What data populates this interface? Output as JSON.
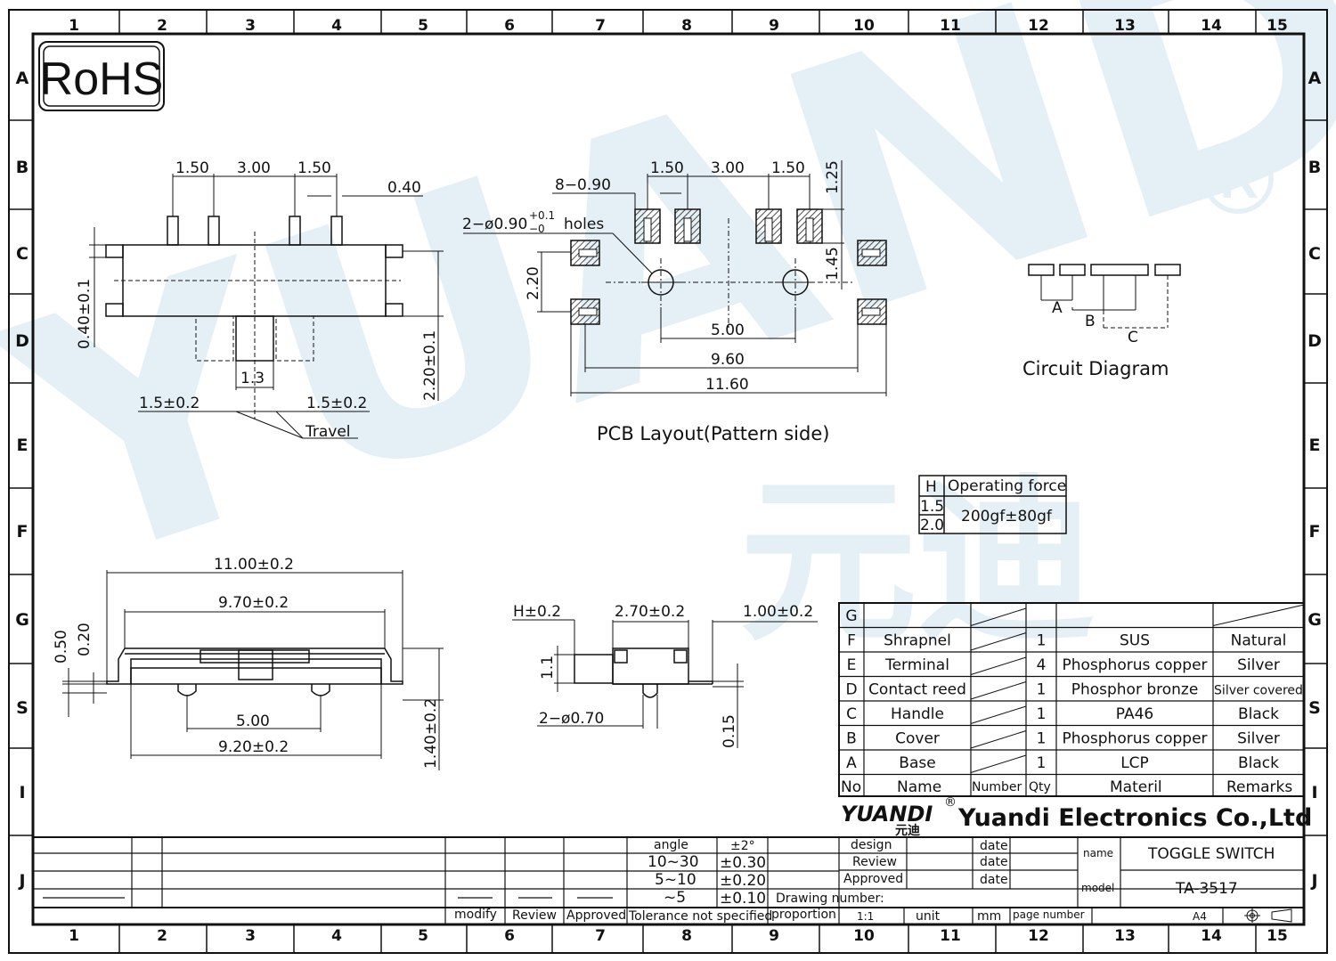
{
  "frame": {
    "columns": [
      "1",
      "2",
      "3",
      "4",
      "5",
      "6",
      "7",
      "8",
      "9",
      "10",
      "11",
      "12",
      "13",
      "14",
      "15"
    ],
    "rows_left": [
      "A",
      "B",
      "C",
      "D",
      "E",
      "F",
      "G",
      "S",
      "I",
      "J"
    ],
    "rows_right": [
      "A",
      "B",
      "C",
      "D",
      "E",
      "F",
      "G",
      "S",
      "I",
      "J"
    ]
  },
  "rohs": "RoHS",
  "watermark": {
    "brand": "YUANDI",
    "cn": "元迪",
    "mark": "®"
  },
  "top_view": {
    "d1": "1.50",
    "d2": "3.00",
    "d3": "1.50",
    "d4": "0.40",
    "d5": "0.40±0.1",
    "d6": "2.20±0.1",
    "d7": "1.3",
    "d8": "1.5±0.2",
    "d9": "1.5±0.2",
    "travel": "Travel"
  },
  "pcb": {
    "d1": "1.50",
    "d2": "3.00",
    "d3": "1.50",
    "d4": "1.25",
    "pads": "8−0.90",
    "holes_a": "2−ø0.90",
    "tol_plus": "+0.1",
    "tol_minus": "−0",
    "holes_b": "holes",
    "d5": "2.20",
    "d6": "1.45",
    "d7": "5.00",
    "d8": "9.60",
    "d9": "11.60",
    "caption": "PCB  Layout(Pattern  side)"
  },
  "circuit": {
    "a": "A",
    "b": "B",
    "c": "C",
    "caption": "Circuit  Diagram"
  },
  "force": {
    "col_h": "H",
    "col_force": "Operating force",
    "h1": "1.5",
    "h2": "2.0",
    "value": "200gf±80gf"
  },
  "side_view": {
    "d1": "11.00±0.2",
    "d2": "9.70±0.2",
    "d3": "0.50",
    "d4": "0.20",
    "d5": "5.00",
    "d6": "9.20±0.2",
    "d7": "1.40±0.2"
  },
  "end_view": {
    "d1": "H±0.2",
    "d2": "2.70±0.2",
    "d3": "1.00±0.2",
    "d4": "1.1",
    "d5": "2−ø0.70",
    "d6": "0.15"
  },
  "bom": {
    "rows": [
      {
        "id": "G",
        "name": "",
        "qty": "",
        "material": "",
        "remark": ""
      },
      {
        "id": "F",
        "name": "Shrapnel",
        "qty": "1",
        "material": "SUS",
        "remark": "Natural"
      },
      {
        "id": "E",
        "name": "Terminal",
        "qty": "4",
        "material": "Phosphorus copper",
        "remark": "Silver"
      },
      {
        "id": "D",
        "name": "Contact reed",
        "qty": "1",
        "material": "Phosphor bronze",
        "remark": "Silver covered"
      },
      {
        "id": "C",
        "name": "Handle",
        "qty": "1",
        "material": "PA46",
        "remark": "Black"
      },
      {
        "id": "B",
        "name": "Cover",
        "qty": "1",
        "material": "Phosphorus copper",
        "remark": "Silver"
      },
      {
        "id": "A",
        "name": "Base",
        "qty": "1",
        "material": "LCP",
        "remark": "Black"
      }
    ],
    "header": {
      "no": "No",
      "name": "Name",
      "number": "Number",
      "qty": "Qty",
      "material": "Materil",
      "remarks": "Remarks"
    }
  },
  "company": {
    "logo": "YUANDI",
    "logo_cn": "元迪",
    "reg": "®",
    "name": "Yuandi Electronics Co.,Ltd"
  },
  "title_block": {
    "design": "design",
    "review": "Review",
    "approved": "Approved",
    "date": "date",
    "name_label": "name",
    "name_value": "TOGGLE SWITCH",
    "model_label": "model",
    "model_value": "TA-3517",
    "drawing_number": "Drawing number:",
    "proportion": "proportion",
    "scale": "1:1",
    "unit": "unit",
    "mm": "mm",
    "page_number": "page number",
    "paper": "A4"
  },
  "tolerance": {
    "angle": "angle",
    "angle_tol": "±2°",
    "r1": "10~30",
    "t1": "±0.30",
    "r2": "5~10",
    "t2": "±0.20",
    "r3": "~5",
    "t3": "±0.10",
    "label": "Tolerance not specified",
    "modify": "modify",
    "review": "Review",
    "approved": "Approved"
  }
}
